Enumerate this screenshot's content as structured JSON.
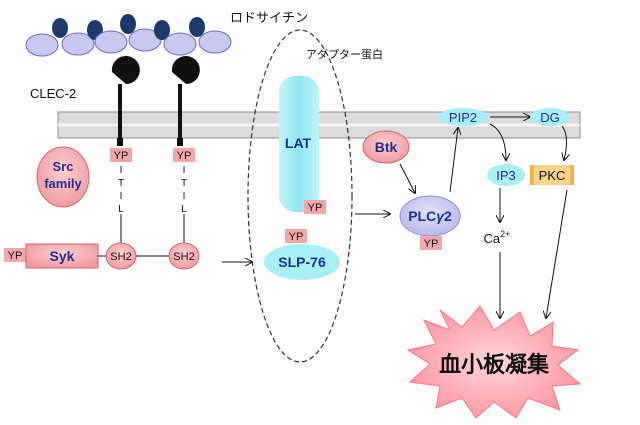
{
  "labels": {
    "rhodocytin": "ロドサイチン",
    "adapter": "アダプター蛋白",
    "clec2": "CLEC-2",
    "src_line1": "Src",
    "src_line2": "family",
    "yp": "YP",
    "i": "I",
    "t": "T",
    "l": "L",
    "syk": "Syk",
    "sh2": "SH2",
    "lat": "LAT",
    "slp76": "SLP-76",
    "btk": "Btk",
    "plc_prefix": "PLC",
    "plc_gamma": "γ",
    "plc_sub": "2",
    "pip2": "PIP2",
    "dg": "DG",
    "ip3": "IP3",
    "pkc": "PKC",
    "ca": "Ca",
    "ca_sup": "2+",
    "aggregation": "血小板凝集"
  },
  "colors": {
    "navy_text": "#1f2f8f",
    "pink_fill": "#f4a6aa",
    "cyan_fill": "#a8eef7",
    "lavender_fill": "#c8c8f2",
    "dark_blue_oval": "#1d3a6e",
    "membrane_gray": "#dcdcdc",
    "pkc_orange": "#fbd38a",
    "burst_pink": "#ff9aa6"
  }
}
